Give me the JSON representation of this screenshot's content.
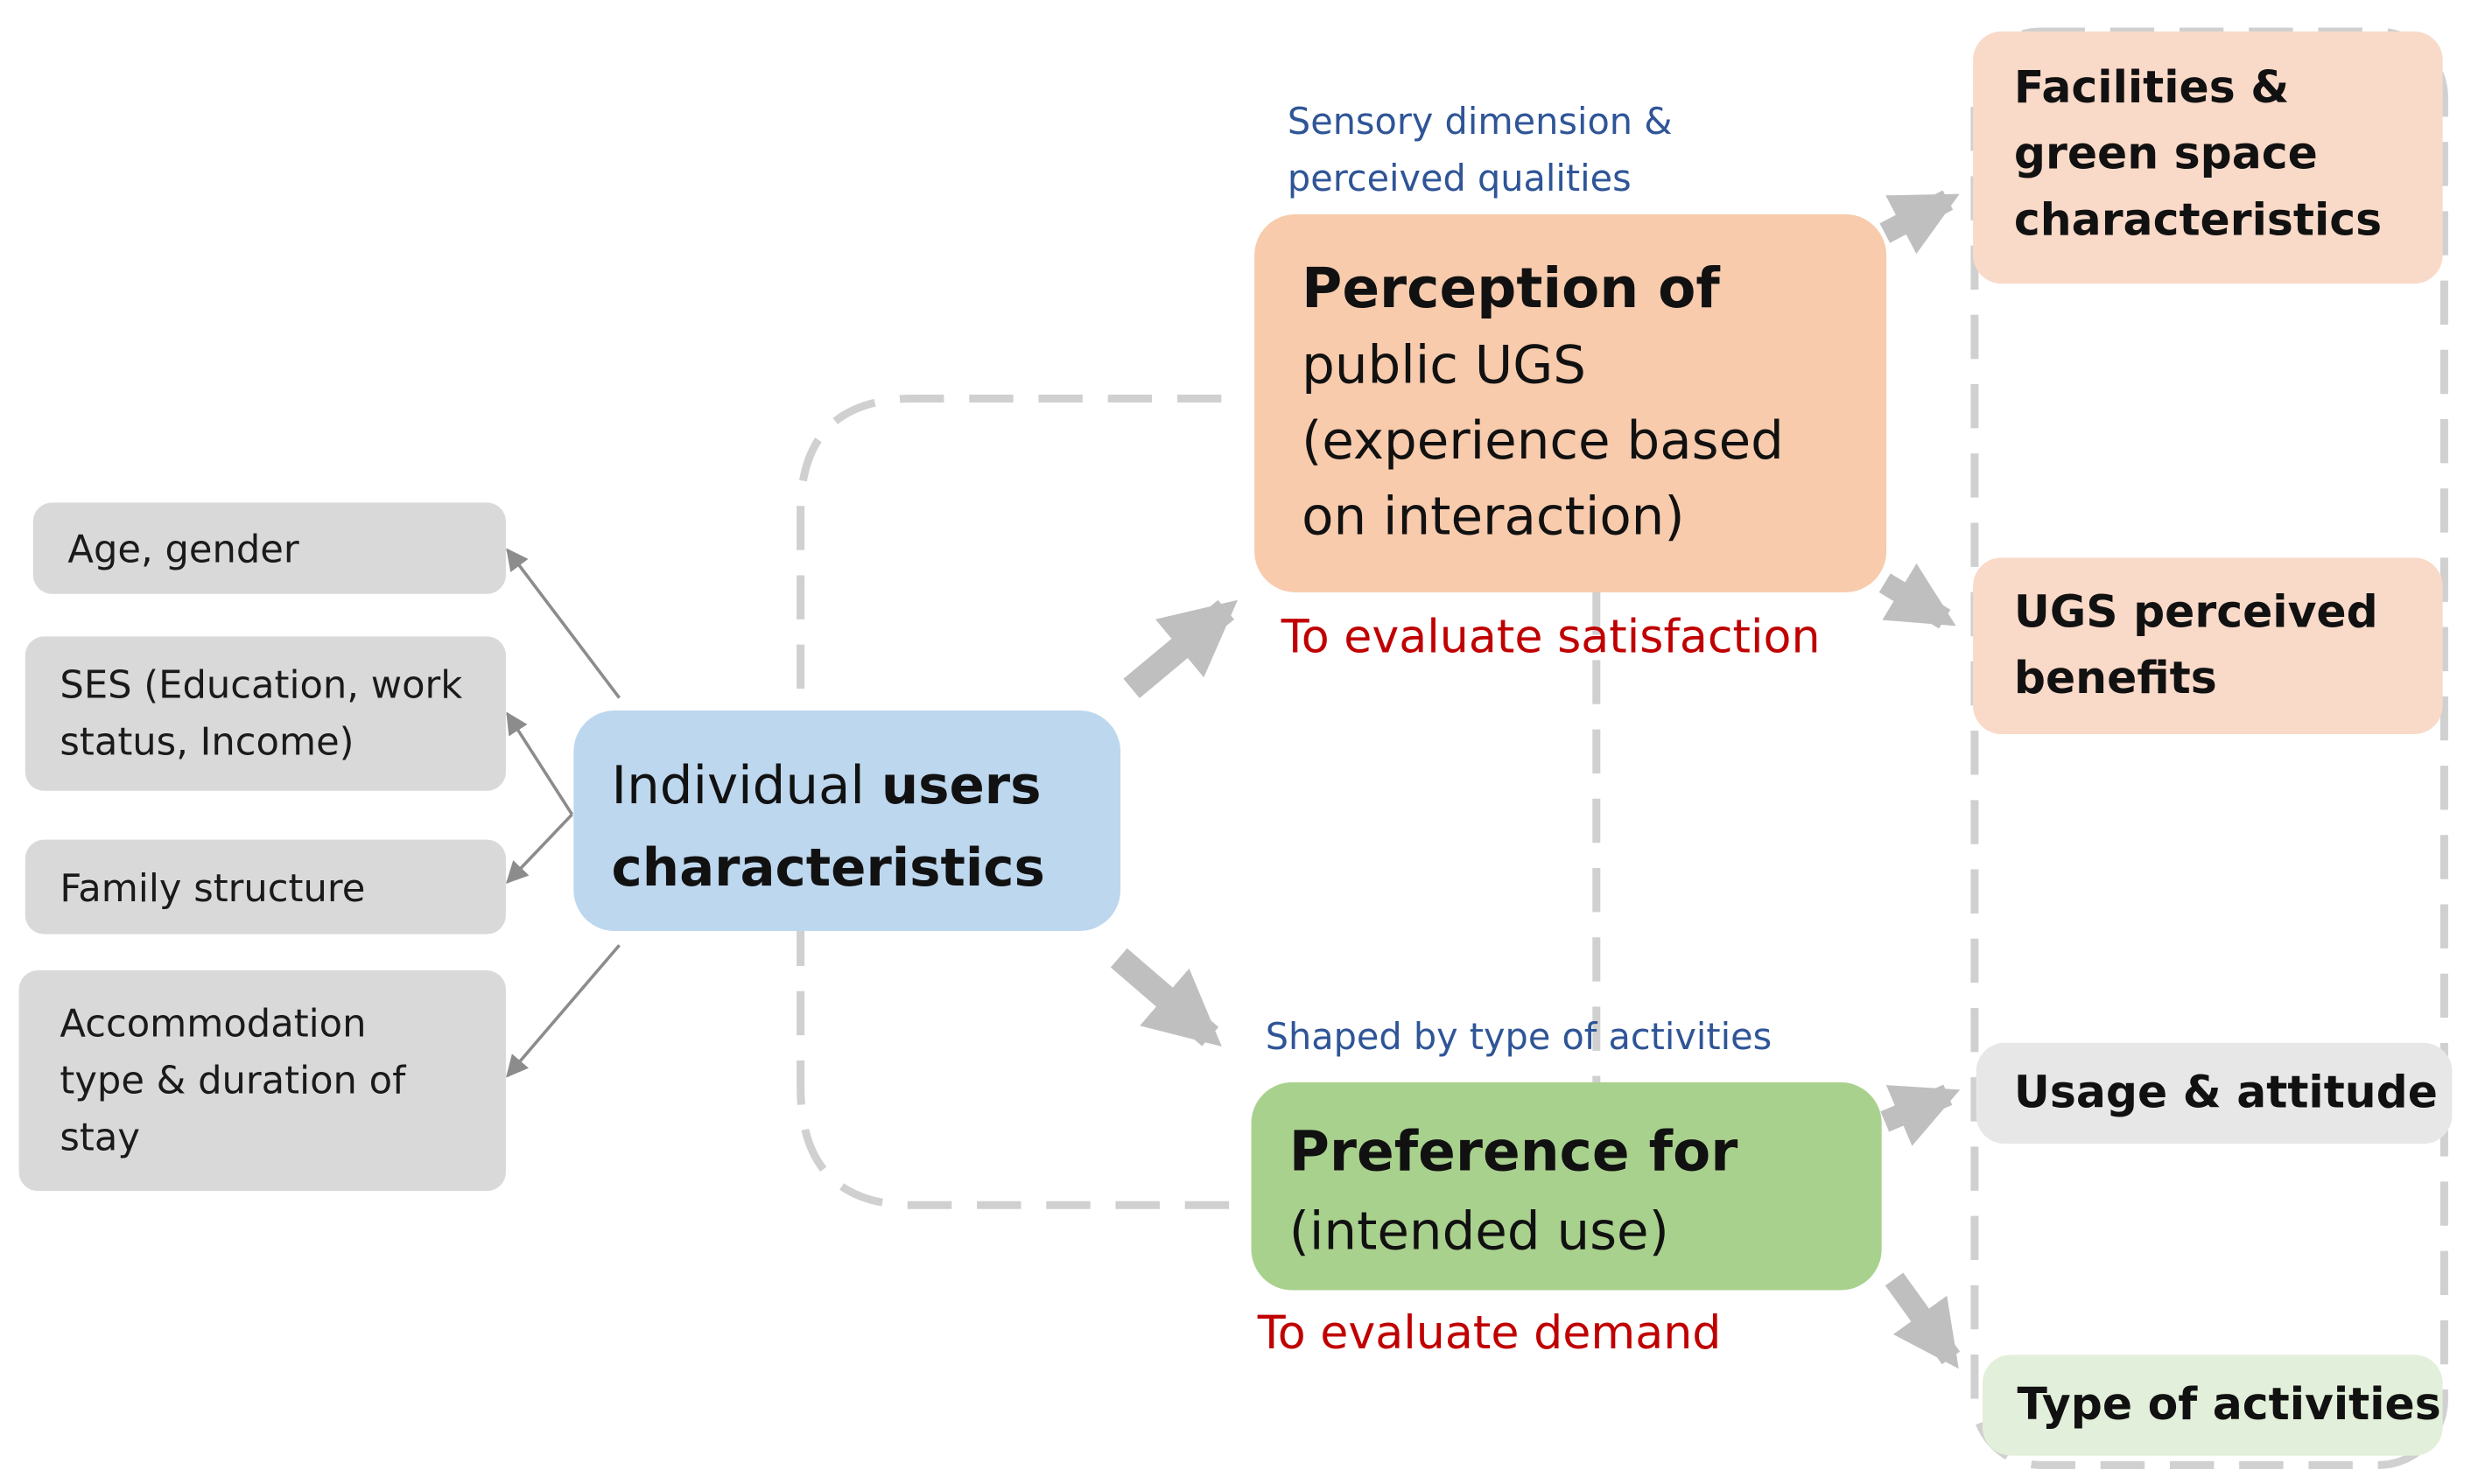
{
  "colors": {
    "blue_box": "#bdd7ee",
    "orange_box": "#f8cbad",
    "green_box": "#a9d18e",
    "peach_box": "#f9d9c8",
    "grey_box": "#d9d9d9",
    "light_grey_box": "#e7e7e7",
    "light_green_box": "#e2efda",
    "blue_text": "#2f5597",
    "red_text": "#c00000",
    "arrow": "#bfbfbf"
  },
  "user_traits": {
    "age_gender": "Age, gender",
    "ses_line1": "SES (Education, work",
    "ses_line2": "status, Income)",
    "family": "Family structure",
    "accommodation_line1": "Accommodation",
    "accommodation_line2": "type & duration of",
    "accommodation_line3": "stay"
  },
  "center": {
    "line1_regular": "Individual ",
    "line1_bold": "users",
    "line2_bold": "characteristics"
  },
  "perception": {
    "annotation_line1": "Sensory dimension &",
    "annotation_line2": "perceived qualities",
    "title": "Perception of",
    "line2": "public UGS",
    "line3": "(experience based",
    "line4": "on interaction)",
    "evaluation": "To evaluate satisfaction"
  },
  "preference": {
    "annotation": "Shaped by type of activities",
    "title": "Preference for",
    "line2": "(intended use)",
    "evaluation": "To evaluate demand"
  },
  "outcomes": {
    "facilities_line1": "Facilities  &",
    "facilities_line2": "green space",
    "facilities_line3": "characteristics",
    "benefits_line1": "UGS perceived",
    "benefits_line2": "benefits",
    "usage": "Usage & attitude",
    "activities": "Type of activities"
  }
}
